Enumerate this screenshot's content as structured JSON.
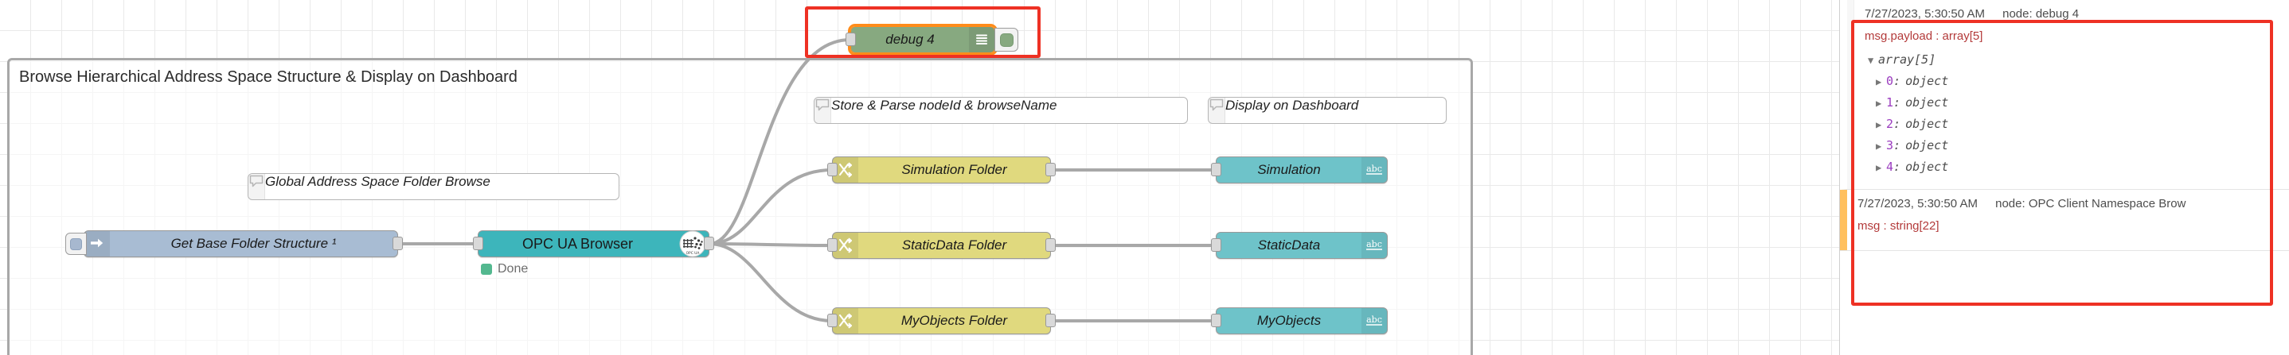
{
  "editor": {
    "group": {
      "title": "Browse Hierarchical Address Space Structure & Display on Dashboard"
    },
    "nodes": {
      "inject": {
        "label": "Get Base Folder Structure ¹",
        "icon": "inject-arrow-icon",
        "color": "#a8bcd3"
      },
      "opcua_browser": {
        "label": "OPC UA Browser",
        "icon": "opc-ua-icon",
        "color": "#3db5bb",
        "status": "Done",
        "status_color": "#53b88f"
      },
      "debug": {
        "label": "debug 4",
        "icon": "debug-lines-icon",
        "color": "#87a980",
        "selected": true
      },
      "functions": [
        {
          "label": "Simulation Folder",
          "icon": "function-icon",
          "color": "#e0d97e"
        },
        {
          "label": "StaticData Folder",
          "icon": "function-icon",
          "color": "#e0d97e"
        },
        {
          "label": "MyObjects Folder",
          "icon": "function-icon",
          "color": "#e0d97e"
        }
      ],
      "dashboard": [
        {
          "label": "Simulation",
          "icon": "abc-icon",
          "color": "#6ec3c9"
        },
        {
          "label": "StaticData",
          "icon": "abc-icon",
          "color": "#6ec3c9"
        },
        {
          "label": "MyObjects",
          "icon": "abc-icon",
          "color": "#6ec3c9"
        }
      ],
      "comments": [
        {
          "label": "Global Address Space Folder Browse",
          "icon": "comment-bubble-icon"
        },
        {
          "label": "Store & Parse nodeId & browseName",
          "icon": "comment-bubble-icon"
        },
        {
          "label": "Display on Dashboard",
          "icon": "comment-bubble-icon"
        }
      ]
    },
    "highlight_color": "#ee3124"
  },
  "sidebar": {
    "messages": [
      {
        "timestamp": "7/27/2023, 5:30:50 AM",
        "node": "node: debug 4",
        "topic": "msg.payload : array[5]",
        "root": {
          "caret": "▼",
          "label": "array[5]"
        },
        "entries": [
          {
            "caret": "▶",
            "index": "0",
            "sep": ":",
            "value": "object"
          },
          {
            "caret": "▶",
            "index": "1",
            "sep": ":",
            "value": "object"
          },
          {
            "caret": "▶",
            "index": "2",
            "sep": ":",
            "value": "object"
          },
          {
            "caret": "▶",
            "index": "3",
            "sep": ":",
            "value": "object"
          },
          {
            "caret": "▶",
            "index": "4",
            "sep": ":",
            "value": "object"
          }
        ],
        "stripe_color": "#ffffff"
      },
      {
        "timestamp": "7/27/2023, 5:30:50 AM",
        "node": "node: OPC Client Namespace Brow",
        "topic": "msg : string[22]",
        "stripe_color": "#ffc05e"
      }
    ]
  }
}
